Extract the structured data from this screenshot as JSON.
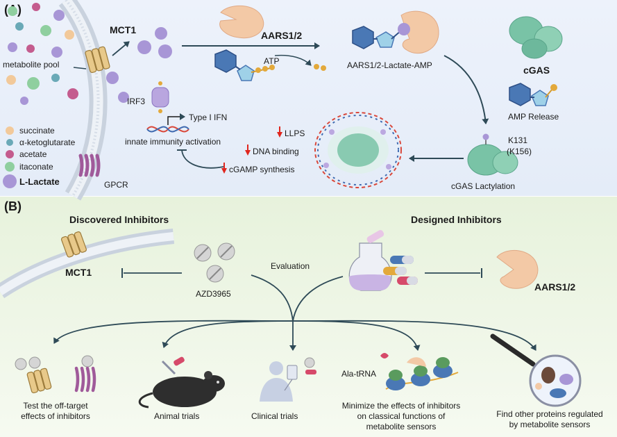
{
  "panel_a": {
    "label": "(A)",
    "mct1": "MCT1",
    "metabolite_pool": "metabolite pool",
    "legend": {
      "succinate": "succinate",
      "akg": "α-ketoglutarate",
      "acetate": "acetate",
      "itaconate": "itaconate",
      "lactate": "L-Lactate"
    },
    "gpcr": "GPCR",
    "aars": "AARS1/2",
    "atp": "ATP",
    "aars_lactate_amp": "AARS1/2-Lactate-AMP",
    "cgas": "cGAS",
    "amp_release": "AMP Release",
    "k131": "K131",
    "k156": "(K156)",
    "cgas_lactylation": "cGAS Lactylation",
    "irf3": "IRF3",
    "type1_ifn": "Type I IFN",
    "innate": "innate immunity activation",
    "llps": "LLPS",
    "dna_binding": "DNA binding",
    "cgamp": "cGAMP synthesis"
  },
  "panel_b": {
    "label": "(B)",
    "discovered": "Discovered Inhibitors",
    "designed": "Designed Inhibitors",
    "mct1": "MCT1",
    "azd": "AZD3965",
    "evaluation": "Evaluation",
    "aars": "AARS1/2",
    "ala_trna": "Ala-tRNA",
    "off_target_1": "Test the off-target",
    "off_target_2": "effects of inhibitors",
    "animal": "Animal trials",
    "clinical": "Clinical trials",
    "minimize_1": "Minimize the effects of inhibitors",
    "minimize_2": "on classical functions of",
    "minimize_3": "metabolite sensors",
    "find_1": "Find other proteins regulated",
    "find_2": "by metabolite sensors"
  },
  "colors": {
    "panel_a_bg": "#e9f0fa",
    "panel_b_bg": "#eef6e6",
    "lactate": "#a896d6",
    "succinate": "#f2c99a",
    "akg": "#6aa9b7",
    "acetate": "#c45c8e",
    "itaconate": "#8fcf9f",
    "protein_peach": "#f3c9a6",
    "cgas_green": "#79c3a6",
    "arrow_dark": "#2e4a57",
    "down_arrow": "#e0261e"
  }
}
